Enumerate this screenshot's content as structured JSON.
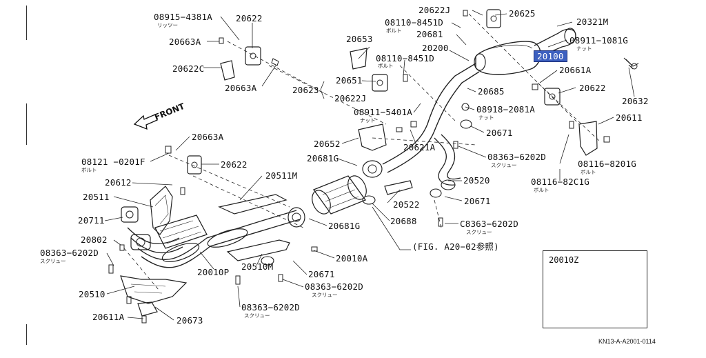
{
  "diagram": {
    "front_label": "FRONT",
    "figure_code": "KN13-A-A2001-0114",
    "reference_note": "(FIG. A20−02参照)",
    "inset_title": "20010Z",
    "labels": [
      {
        "id": "l1",
        "text": "08915−4381A"
      },
      {
        "id": "l2",
        "text": "20622"
      },
      {
        "id": "l3",
        "text": "20663A"
      },
      {
        "id": "l4",
        "text": "20622C"
      },
      {
        "id": "l5",
        "text": "20663A"
      },
      {
        "id": "l6",
        "text": "20622J"
      },
      {
        "id": "l7",
        "text": "20625"
      },
      {
        "id": "l8",
        "text": "20321M"
      },
      {
        "id": "l9",
        "text": "08110−8451D"
      },
      {
        "id": "l10",
        "text": "20681"
      },
      {
        "id": "l11",
        "text": "08911−1081G"
      },
      {
        "id": "l12",
        "text": "20653"
      },
      {
        "id": "l13",
        "text": "20200"
      },
      {
        "id": "l14",
        "text": "20100"
      },
      {
        "id": "l15",
        "text": "08110−8451D"
      },
      {
        "id": "l16",
        "text": "20661A"
      },
      {
        "id": "l17",
        "text": "20651"
      },
      {
        "id": "l18",
        "text": "20623"
      },
      {
        "id": "l19",
        "text": "20622J"
      },
      {
        "id": "l20",
        "text": "20685"
      },
      {
        "id": "l21",
        "text": "20622"
      },
      {
        "id": "l22",
        "text": "20632"
      },
      {
        "id": "l23",
        "text": "08911−5401A"
      },
      {
        "id": "l24",
        "text": "08918−2081A"
      },
      {
        "id": "l25",
        "text": "20611"
      },
      {
        "id": "l26",
        "text": "20671"
      },
      {
        "id": "l27",
        "text": "20663A"
      },
      {
        "id": "l28",
        "text": "20652"
      },
      {
        "id": "l29",
        "text": "20621A"
      },
      {
        "id": "l30",
        "text": "08121 −0201F"
      },
      {
        "id": "l31",
        "text": "20622"
      },
      {
        "id": "l32",
        "text": "20681G"
      },
      {
        "id": "l33",
        "text": "08363−6202D"
      },
      {
        "id": "l34",
        "text": "08116−8201G"
      },
      {
        "id": "l35",
        "text": "20612"
      },
      {
        "id": "l36",
        "text": "20511M"
      },
      {
        "id": "l37",
        "text": "20520"
      },
      {
        "id": "l38",
        "text": "08116−82C1G"
      },
      {
        "id": "l39",
        "text": "20511"
      },
      {
        "id": "l40",
        "text": "20522"
      },
      {
        "id": "l41",
        "text": "20671"
      },
      {
        "id": "l42",
        "text": "20711"
      },
      {
        "id": "l43",
        "text": "20681G"
      },
      {
        "id": "l44",
        "text": "20688"
      },
      {
        "id": "l45",
        "text": "C8363−6202D"
      },
      {
        "id": "l46",
        "text": "20802"
      },
      {
        "id": "l47",
        "text": "08363−6202D"
      },
      {
        "id": "l48",
        "text": "20010A"
      },
      {
        "id": "l49",
        "text": "20010P"
      },
      {
        "id": "l50",
        "text": "20510M"
      },
      {
        "id": "l51",
        "text": "20671"
      },
      {
        "id": "l52",
        "text": "08363−6202D"
      },
      {
        "id": "l53",
        "text": "20510"
      },
      {
        "id": "l54",
        "text": "08363−6202D"
      },
      {
        "id": "l55",
        "text": "20611A"
      },
      {
        "id": "l56",
        "text": "20673"
      }
    ],
    "sublabels": [
      {
        "id": "s1",
        "text": "リッツー"
      },
      {
        "id": "s2",
        "text": "ボルト"
      },
      {
        "id": "s3",
        "text": "ナット"
      },
      {
        "id": "s4",
        "text": "ボルト"
      },
      {
        "id": "s5",
        "text": "ナット"
      },
      {
        "id": "s6",
        "text": "ナット"
      },
      {
        "id": "s7",
        "text": "ボルト"
      },
      {
        "id": "s8",
        "text": "スクリュー"
      },
      {
        "id": "s9",
        "text": "ボルト"
      },
      {
        "id": "s10",
        "text": "ボルト"
      },
      {
        "id": "s11",
        "text": "スクリュー"
      },
      {
        "id": "s12",
        "text": "スクリュー"
      },
      {
        "id": "s13",
        "text": "スクリュー"
      },
      {
        "id": "s14",
        "text": "スクリュー"
      }
    ],
    "highlight_label_id": "l14",
    "colors": {
      "ink": "#111111",
      "highlight": "#3c5fbf",
      "paper": "#ffffff"
    }
  }
}
